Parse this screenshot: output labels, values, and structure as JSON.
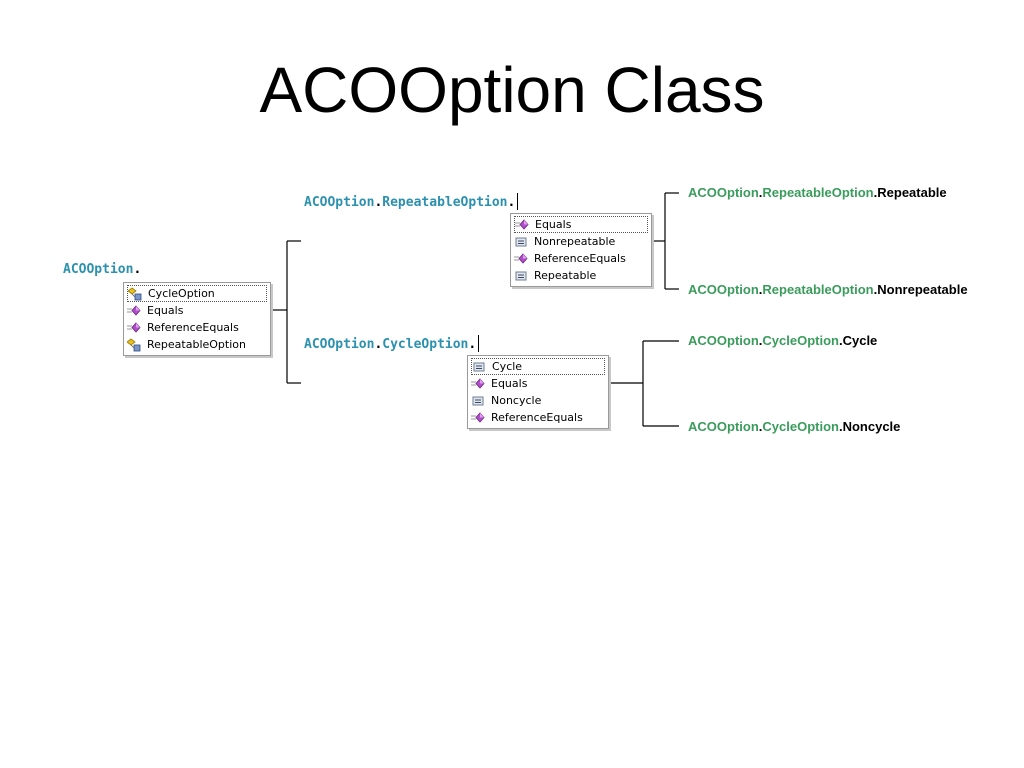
{
  "title": "ACOOption Class",
  "colors": {
    "type_blue": "#2b91af",
    "result_green": "#3a9c5c"
  },
  "root_expr": {
    "type": "ACOOption",
    "dot": "."
  },
  "root_popup": [
    {
      "icon": "nested-type-icon",
      "label": "CycleOption",
      "selected": true
    },
    {
      "icon": "method-icon",
      "label": "Equals"
    },
    {
      "icon": "method-icon",
      "label": "ReferenceEquals"
    },
    {
      "icon": "nested-type-icon",
      "label": "RepeatableOption"
    }
  ],
  "repeatable_expr": {
    "type": "ACOOption",
    "dot1": ".",
    "nested": "RepeatableOption",
    "dot2": "."
  },
  "repeatable_popup": [
    {
      "icon": "method-icon",
      "label": "Equals",
      "selected": true
    },
    {
      "icon": "enum-value-icon",
      "label": "Nonrepeatable"
    },
    {
      "icon": "method-icon",
      "label": "ReferenceEquals"
    },
    {
      "icon": "enum-value-icon",
      "label": "Repeatable"
    }
  ],
  "cycle_expr": {
    "type": "ACOOption",
    "dot1": ".",
    "nested": "CycleOption",
    "dot2": "."
  },
  "cycle_popup": [
    {
      "icon": "enum-value-icon",
      "label": "Cycle",
      "selected": true
    },
    {
      "icon": "method-icon",
      "label": "Equals"
    },
    {
      "icon": "enum-value-icon",
      "label": "Noncycle"
    },
    {
      "icon": "method-icon",
      "label": "ReferenceEquals"
    }
  ],
  "results": [
    {
      "class": "ACOOption",
      "nested": "RepeatableOption",
      "member": "Repeatable"
    },
    {
      "class": "ACOOption",
      "nested": "RepeatableOption",
      "member": "Nonrepeatable"
    },
    {
      "class": "ACOOption",
      "nested": "CycleOption",
      "member": "Cycle"
    },
    {
      "class": "ACOOption",
      "nested": "CycleOption",
      "member": "Noncycle"
    }
  ]
}
